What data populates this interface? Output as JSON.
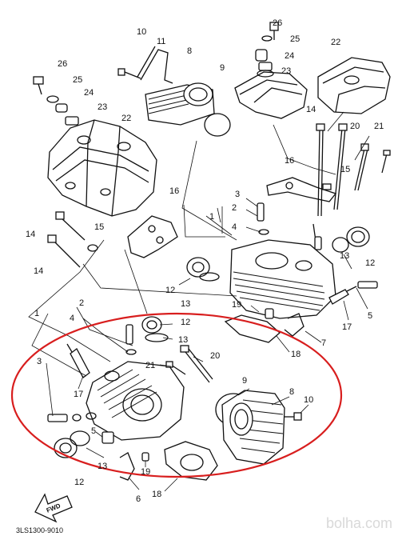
{
  "diagram": {
    "part_code": "3LS1300-9010",
    "watermark": "bolha.com",
    "fwd_label": "FWD",
    "highlight_color": "#d81e1e",
    "labels": {
      "l1": "1",
      "l2": "2",
      "l3": "3",
      "l4": "4",
      "l5": "5",
      "l6": "6",
      "l7": "7",
      "l8": "8",
      "l9": "9",
      "l10": "10",
      "l11": "11",
      "l12": "12",
      "l13": "13",
      "l14": "14",
      "l15": "15",
      "l16": "16",
      "l17": "17",
      "l18": "18",
      "l19": "19",
      "l20": "20",
      "l21": "21",
      "l22": "22",
      "l23": "23",
      "l24": "24",
      "l25": "25",
      "l26": "26"
    }
  }
}
